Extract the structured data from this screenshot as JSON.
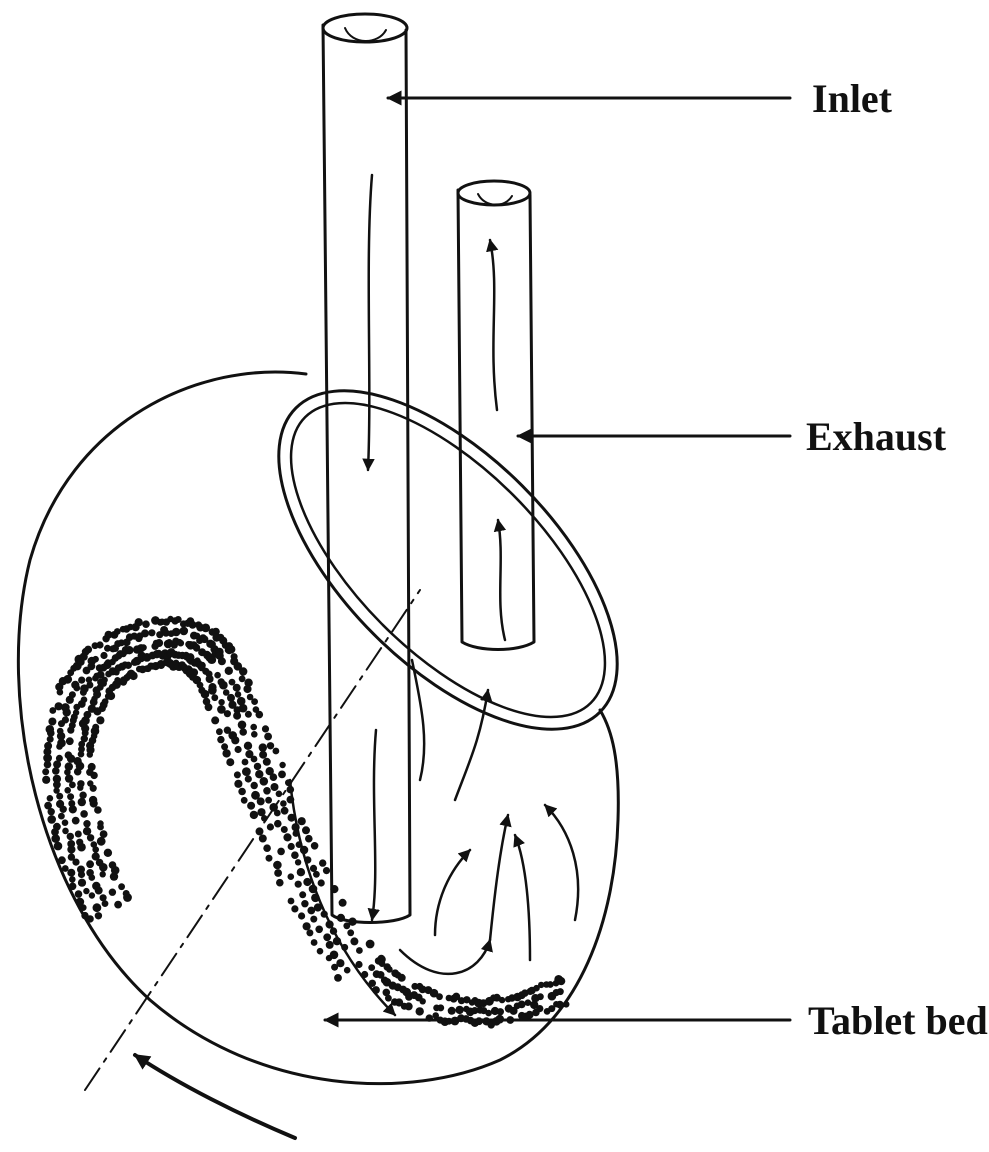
{
  "labels": {
    "inlet": "Inlet",
    "exhaust": "Exhaust",
    "tablet_bed": "Tablet bed"
  },
  "colors": {
    "ink": "#111111",
    "background": "#ffffff"
  }
}
